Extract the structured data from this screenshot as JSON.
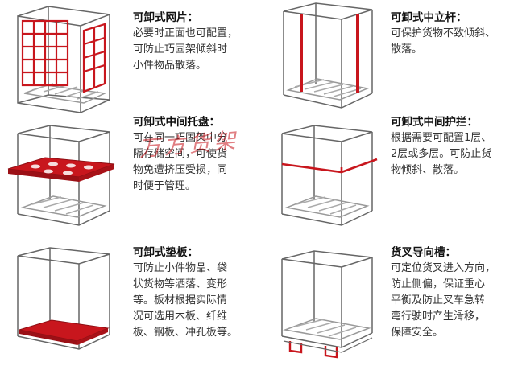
{
  "watermark": "万方货架",
  "colors": {
    "accent": "#c8161d",
    "frame": "#555555",
    "line": "#888888"
  },
  "panels": [
    {
      "id": "mesh",
      "title": "可卸式网片：",
      "lines": [
        "必要时正面也可配置，",
        "可防止巧固架倾斜时",
        "小件物品散落。"
      ]
    },
    {
      "id": "post",
      "title": "可卸式中立杆：",
      "lines": [
        "可保护货物不致倾斜、",
        "散落。"
      ]
    },
    {
      "id": "tray",
      "title": "可卸式中间托盘：",
      "lines": [
        "可在同一巧固架中分",
        "隔存储空间，可使货",
        "物免遭挤压受损，同",
        "时便于管理。"
      ]
    },
    {
      "id": "rail",
      "title": "可卸式中间护拦：",
      "lines": [
        "根据需要可配置1层、",
        "2层或多层。可防止货",
        "物倾斜、散落。"
      ]
    },
    {
      "id": "pad",
      "title": "可卸式垫板：",
      "lines": [
        "可防止小件物品、袋",
        "状货物等洒落、变形",
        "等。板材根据实际情",
        "况可选用木板、纤维",
        "板、钢板、冲孔板等。"
      ]
    },
    {
      "id": "fork",
      "title": "货叉导向槽：",
      "lines": [
        "可定位货叉进入方向，",
        "防止侧偏，保证重心",
        "平衡及防止叉车急转",
        "弯行驶时产生滑移，",
        "保障安全。"
      ]
    }
  ]
}
